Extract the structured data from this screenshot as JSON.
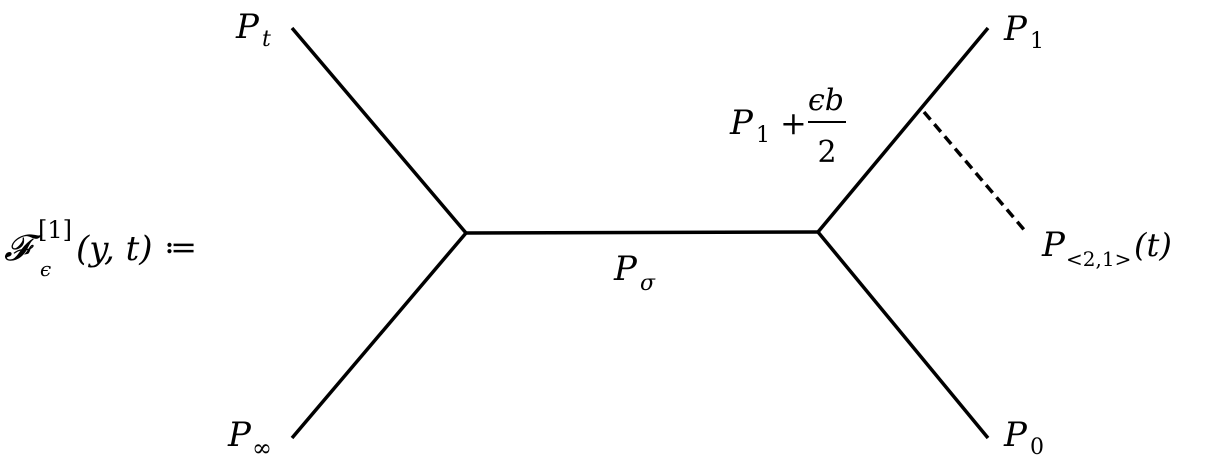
{
  "definition": {
    "symbol": "𝓕",
    "superscript": "[1]",
    "subscript": "ϵ",
    "args": "(y, t)",
    "assign": "≔"
  },
  "nodes": {
    "top_left": {
      "base": "P",
      "sub": "t"
    },
    "bottom_left": {
      "base": "P",
      "sub": "∞"
    },
    "middle": {
      "base": "P",
      "sub": "σ"
    },
    "top_right": {
      "base": "P",
      "sub": "1"
    },
    "bottom_right": {
      "base": "P",
      "sub": "0"
    },
    "branch_point": {
      "base": "P",
      "sub": "1",
      "plus": "+",
      "numerator": "ϵb",
      "denominator": "2"
    },
    "dashed_leaf": {
      "base": "P",
      "sub": "<2,1>",
      "arg": "(t)"
    }
  }
}
